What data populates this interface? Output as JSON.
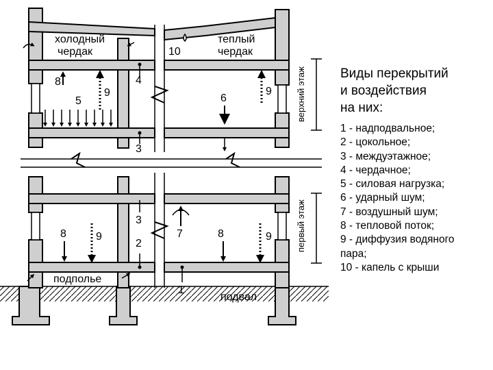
{
  "legend": {
    "title": "Виды перекрытий\nи воздействия\nна них:",
    "items": [
      "1 - надподвальное;",
      "2 - цокольное;",
      "3 - междуэтажное;",
      "4 - чердачное;",
      "5 - силовая нагрузка;",
      "6 - ударный шум;",
      "7 - воздушный шум;",
      "8 - тепловой поток;",
      "9 - диффузия водяного\nпара;",
      "10 - капель с крыши"
    ]
  },
  "labels": {
    "cold_attic_1": "холодный",
    "cold_attic_2": "чердак",
    "warm_attic_1": "теплый",
    "warm_attic_2": "чердак",
    "crawlspace": "подполье",
    "basement": "подвал",
    "top_floor": "верхний этаж",
    "first_floor": "первый этаж"
  },
  "numbers": {
    "n1": "1",
    "n2": "2",
    "n3a": "3",
    "n3b": "3",
    "n4": "4",
    "n5": "5",
    "n6": "6",
    "n7": "7",
    "n8a": "8",
    "n8b": "8",
    "n8c": "8",
    "n9a": "9",
    "n9b": "9",
    "n9c": "9",
    "n9d": "9",
    "n10": "10"
  }
}
